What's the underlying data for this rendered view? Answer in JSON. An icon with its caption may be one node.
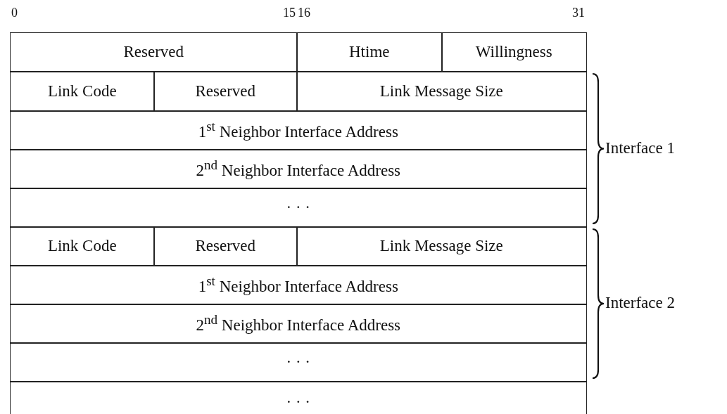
{
  "diagram": {
    "labels": [
      "0",
      "15",
      "16",
      "31",
      "Reserved",
      "Htime",
      "Willingness",
      "Link Code",
      "Reserved",
      "Link Message Size",
      "1$^{st}$ Neighbor Interface Address",
      "Interface 1",
      "2$^{nd}$ Neighbor Interface Address",
      "· · ·",
      "Link Code",
      "Reserved",
      "Link Message Size",
      "1$^{st}$ Neighbor Interface Address",
      "Interface 2",
      "2$^{nd}$ Neighbor Interface Address",
      "· · ·",
      "· · ·"
    ]
  }
}
